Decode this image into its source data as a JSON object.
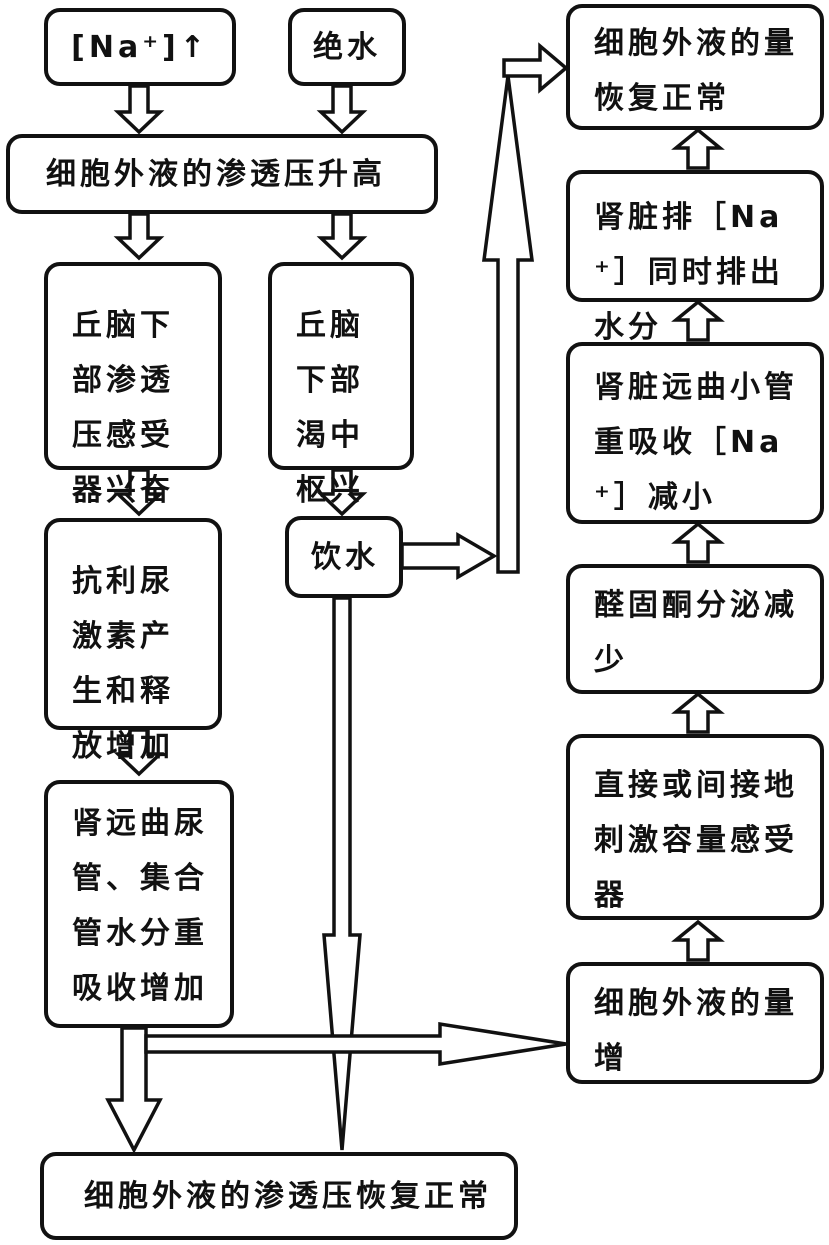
{
  "boxes": {
    "na_up": "[Na⁺]↑",
    "no_water": "绝水",
    "osmotic_rise": "细胞外液的渗透压升高",
    "hypothalamus_receptor": "丘脑下部渗透压感受器兴奋",
    "thirst_center": "丘脑下部渴中枢兴奋",
    "drink_water": "饮水",
    "adh_increase": "抗利尿激素产生和释放增加",
    "water_reabsorption": "肾远曲尿管、集合管水分重吸收增加",
    "osmotic_normal": "细胞外液的渗透压恢复正常",
    "volume_normal": "细胞外液的量恢复正常",
    "kidney_excrete": "肾脏排［Na⁺］同时排出水分",
    "na_reabsorb_decrease": "肾脏远曲小管重吸收［Na⁺］减小",
    "aldosterone_decrease": "醛固酮分泌减少",
    "volume_receptor": "直接或间接地刺激容量感受器",
    "volume_increase": "细胞外液的量增"
  }
}
